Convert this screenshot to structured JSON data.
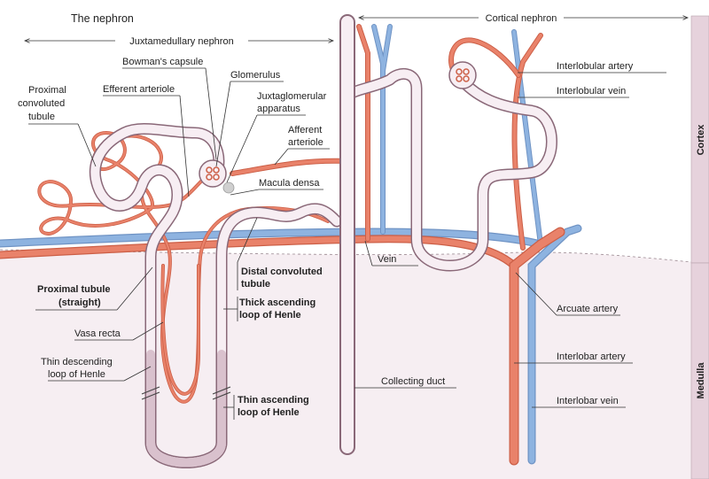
{
  "title": "The nephron",
  "regions": {
    "cortical": "Cortical nephron",
    "juxtamedullary": "Juxtamedullary nephron"
  },
  "side_tabs": {
    "cortex": "Cortex",
    "medulla": "Medulla"
  },
  "labels": {
    "bowmans_capsule": "Bowman's capsule",
    "glomerulus": "Glomerulus",
    "efferent_arteriole": "Efferent arteriole",
    "proximal_convoluted_1": "Proximal",
    "proximal_convoluted_2": "convoluted",
    "proximal_convoluted_3": "tubule",
    "juxtaglomerular_1": "Juxtaglomerular",
    "juxtaglomerular_2": "apparatus",
    "afferent_arteriole_1": "Afferent",
    "afferent_arteriole_2": "arteriole",
    "macula_densa": "Macula densa",
    "distal_convoluted_1": "Distal convoluted",
    "distal_convoluted_2": "tubule",
    "proximal_straight_1": "Proximal tubule",
    "proximal_straight_2": "(straight)",
    "thick_ascending_1": "Thick ascending",
    "thick_ascending_2": "loop of Henle",
    "vasa_recta": "Vasa recta",
    "thin_descending_1": "Thin descending",
    "thin_descending_2": "loop of Henle",
    "thin_ascending_1": "Thin ascending",
    "thin_ascending_2": "loop of Henle",
    "vein": "Vein",
    "collecting_duct": "Collecting duct",
    "interlobular_artery": "Interlobular artery",
    "interlobular_vein": "Interlobular vein",
    "arcuate_artery": "Arcuate artery",
    "interlobar_artery": "Interlobar artery",
    "interlobar_vein": "Interlobar vein"
  },
  "colors": {
    "artery": "#e9826a",
    "vein": "#8eb3e0",
    "tubule_outline": "#8a6878",
    "tubule_fill": "#f7eef3",
    "tubule_loop_tint": "#e0cbd6",
    "medulla_background": "#f6eef2",
    "side_tab": "#e6d2dc"
  }
}
